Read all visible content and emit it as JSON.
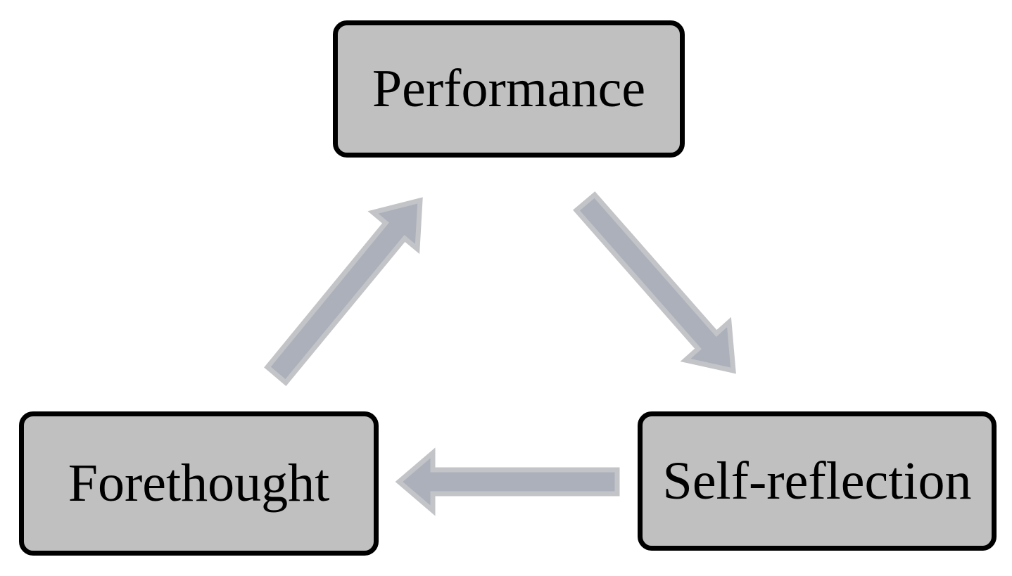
{
  "diagram": {
    "type": "cycle",
    "nodes": [
      {
        "id": "performance",
        "label": "Performance"
      },
      {
        "id": "self-reflection",
        "label": "Self-reflection"
      },
      {
        "id": "forethought",
        "label": "Forethought"
      }
    ],
    "edges": [
      {
        "from": "performance",
        "to": "self-reflection"
      },
      {
        "from": "self-reflection",
        "to": "forethought"
      },
      {
        "from": "forethought",
        "to": "performance"
      }
    ],
    "colors": {
      "background": "#ffffff",
      "node_fill": "#c0c0c0",
      "node_border": "#000000",
      "text": "#000000",
      "arrow_fill": "#acb0ba",
      "arrow_outline": "#c3c4c8"
    }
  }
}
